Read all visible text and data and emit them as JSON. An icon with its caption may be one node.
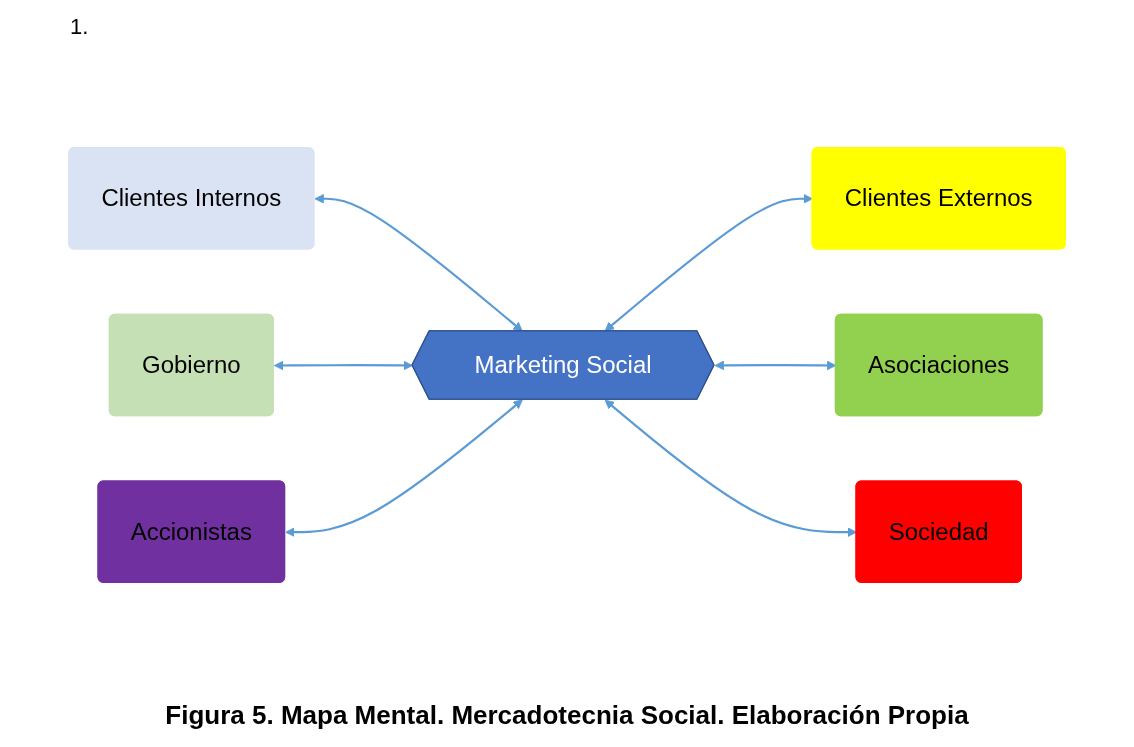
{
  "diagram": {
    "caption": "Figura 5. Mapa Mental. Mercadotecnia Social. Elaboración Propia",
    "nodes": [
      {
        "text": [
          "Clientes Internos"
        ]
      },
      {
        "text": [
          "Clientes Externos"
        ]
      },
      {
        "text": [
          "Marketing Social"
        ]
      },
      {
        "text": [
          "Asociaciones"
        ]
      },
      {
        "text": [
          "Gobierno"
        ]
      },
      {
        "text": [
          "Accionistas"
        ]
      },
      {
        "text": [
          "Sociedad"
        ]
      }
    ],
    "edges": [
      {
        "from": 0,
        "to": 2,
        "arrow": "both"
      },
      {
        "from": 4,
        "to": 2,
        "arrow": "both"
      },
      {
        "from": 5,
        "to": 2,
        "arrow": "both"
      },
      {
        "from": 2,
        "to": 1,
        "arrow": "both"
      },
      {
        "from": 2,
        "to": 3,
        "arrow": "both"
      },
      {
        "from": 2,
        "to": 6,
        "arrow": "both"
      }
    ],
    "labels": [
      "1."
    ]
  }
}
